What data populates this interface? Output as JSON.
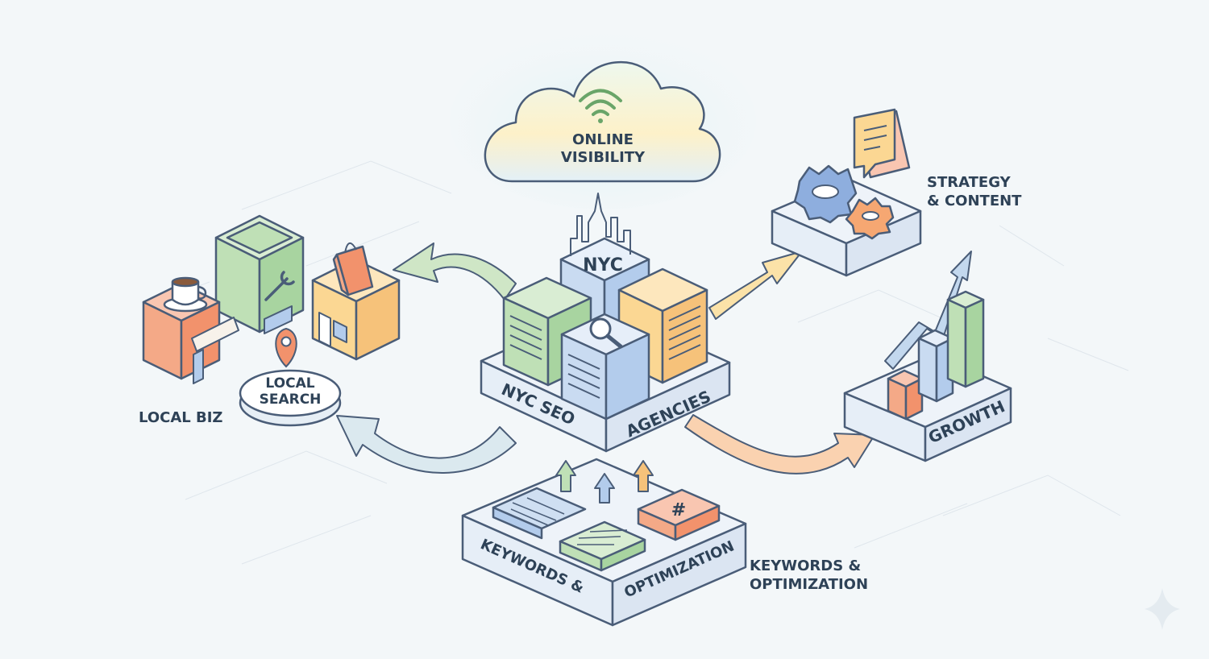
{
  "cloud": {
    "line1": "ONLINE",
    "line2": "VISIBILITY"
  },
  "hub": {
    "city_label": "NYC",
    "base_left": "NYC SEO",
    "base_right": "AGENCIES"
  },
  "local": {
    "pin_line1": "LOCAL",
    "pin_line2": "SEARCH",
    "label": "LOCAL BIZ"
  },
  "strategy": {
    "line1": "STRATEGY",
    "line2": "& CONTENT"
  },
  "growth": {
    "base_label": "GROWTH"
  },
  "keywords": {
    "base_left": "KEYWORDS &",
    "base_right": "OPTIMIZATION",
    "side_line1": "KEYWORDS &",
    "side_line2": "OPTIMIZATION",
    "hash_symbol": "#"
  },
  "colors": {
    "green": "#a8d4a0",
    "blue": "#b3ccec",
    "orange": "#f6c27a",
    "coral": "#f2926c",
    "ink": "#4a5d78",
    "label": "#2e4257"
  }
}
